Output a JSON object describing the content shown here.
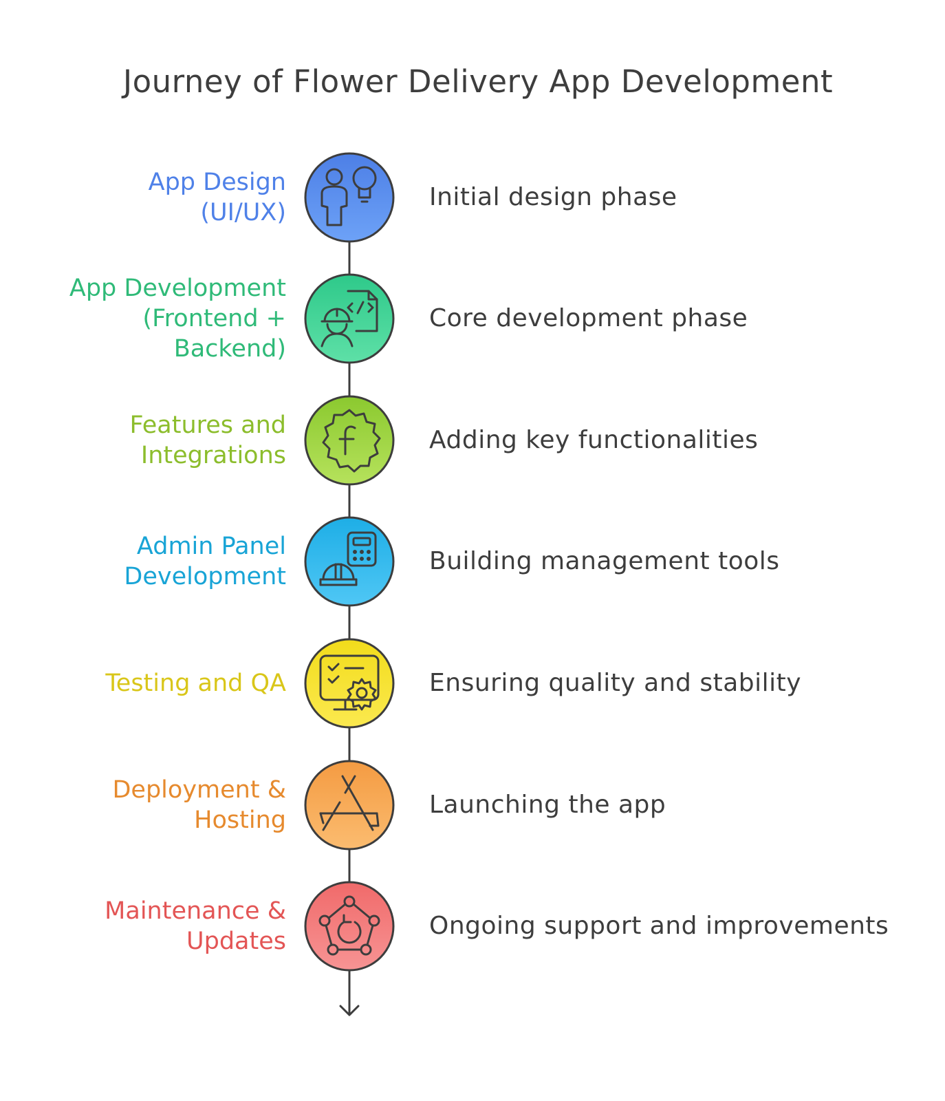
{
  "title": "Journey of Flower Delivery App Development",
  "steps": [
    {
      "label": "App Design\n(UI/UX)",
      "description": "Initial design phase",
      "color": "#4f81e8",
      "fill_top": "#4d7fe6",
      "fill_bottom": "#6da2f7",
      "icon": "person-lightbulb-icon"
    },
    {
      "label": "App Development\n(Frontend +\nBackend)",
      "description": "Core development phase",
      "color": "#2fba78",
      "fill_top": "#2ec98a",
      "fill_bottom": "#5ee0a7",
      "icon": "developer-code-icon"
    },
    {
      "label": "Features and\nIntegrations",
      "description": "Adding key functionalities",
      "color": "#8cbd2c",
      "fill_top": "#8bc92f",
      "fill_bottom": "#b6e25c",
      "icon": "gear-function-icon"
    },
    {
      "label": "Admin Panel\nDevelopment",
      "description": "Building management tools",
      "color": "#18a4d6",
      "fill_top": "#1eaee6",
      "fill_bottom": "#4fc7f5",
      "icon": "helmet-calculator-icon"
    },
    {
      "label": "Testing and QA",
      "description": "Ensuring quality and stability",
      "color": "#d9c619",
      "fill_top": "#f2dc1b",
      "fill_bottom": "#fbe94f",
      "icon": "monitor-checklist-gear-icon"
    },
    {
      "label": "Deployment &\nHosting",
      "description": "Launching the app",
      "color": "#e68a2e",
      "fill_top": "#f49b42",
      "fill_bottom": "#fbbc70",
      "icon": "app-store-icon"
    },
    {
      "label": "Maintenance &\nUpdates",
      "description": "Ongoing support and improvements",
      "color": "#e35555",
      "fill_top": "#f06a6a",
      "fill_bottom": "#f79494",
      "icon": "network-refresh-icon"
    }
  ],
  "line_color": "#3d3d3d"
}
